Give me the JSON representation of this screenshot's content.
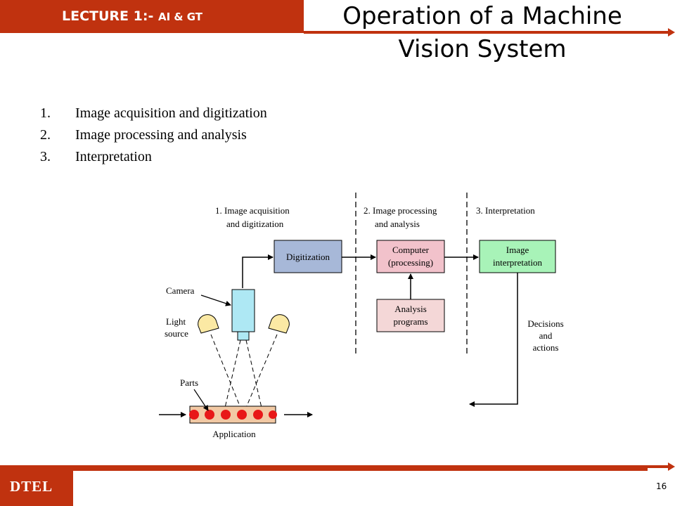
{
  "header": {
    "lecture": "LECTURE 1:-",
    "subject": "AI & GT",
    "title_line1": "Operation of a Machine",
    "title_line2": "Vision System"
  },
  "steps": [
    {
      "num": "1.",
      "text": "Image acquisition and digitization"
    },
    {
      "num": "2.",
      "text": "Image processing and analysis"
    },
    {
      "num": "3.",
      "text": "Interpretation"
    }
  ],
  "diagram": {
    "section1_line1": "1. Image acquisition",
    "section1_line2": "and digitization",
    "section2_line1": "2. Image processing",
    "section2_line2": "and analysis",
    "section3": "3. Interpretation",
    "digitization": "Digitization",
    "computer_line1": "Computer",
    "computer_line2": "(processing)",
    "analysis_line1": "Analysis",
    "analysis_line2": "programs",
    "interp_line1": "Image",
    "interp_line2": "interpretation",
    "camera": "Camera",
    "light_line1": "Light",
    "light_line2": "source",
    "parts": "Parts",
    "application": "Application",
    "decisions_line1": "Decisions",
    "decisions_line2": "and",
    "decisions_line3": "actions",
    "colors": {
      "digitization": "#a7b8d8",
      "computer": "#f2c2cb",
      "analysis": "#f4d7d7",
      "interpretation": "#a8f3b8",
      "camera": "#aee8f4",
      "light": "#fbe9a4",
      "parts": "#e81818",
      "conveyor": "#f2c9a4"
    }
  },
  "footer": {
    "brand": "DTEL",
    "page": "16"
  }
}
